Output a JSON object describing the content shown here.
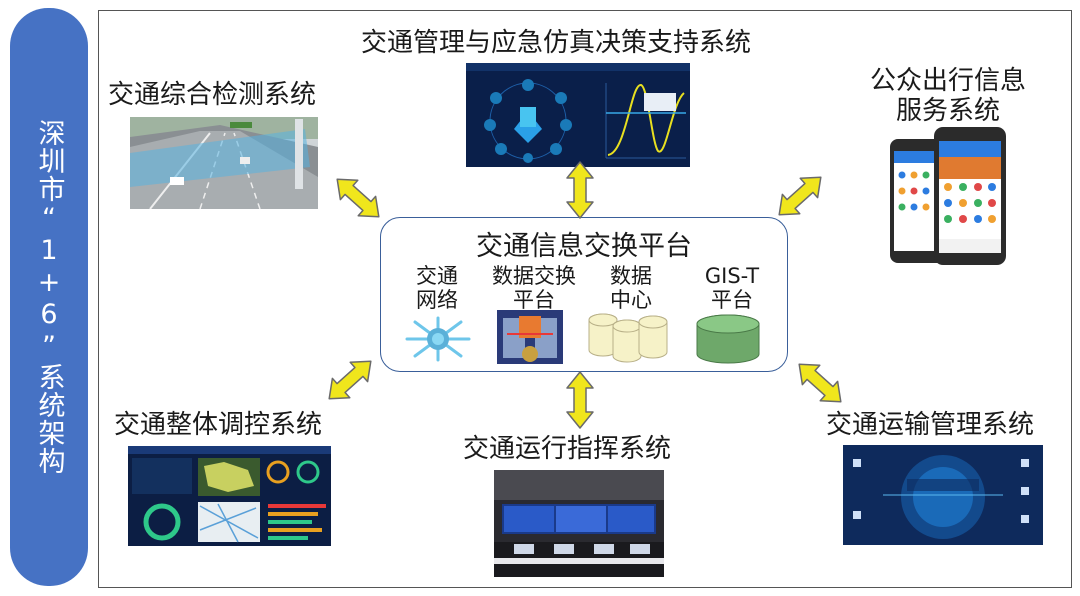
{
  "side_label": "深圳市“1+6”系统架构",
  "center": {
    "title": "交通信息交换平台",
    "components": [
      {
        "line1": "交通",
        "line2": "网络",
        "icon": "network-star-icon"
      },
      {
        "line1": "数据交换",
        "line2": "平台",
        "icon": "data-exchange-icon"
      },
      {
        "line1": "数据",
        "line2": "中心",
        "icon": "database-cylinders-icon"
      },
      {
        "line1": "GIS-T",
        "line2": "平台",
        "icon": "gis-cylinder-icon"
      }
    ]
  },
  "systems": {
    "detection": "交通综合检测系统",
    "simulation": "交通管理与应急仿真决策支持系统",
    "public_line1": "公众出行信息",
    "public_line2": "服务系统",
    "regulation": "交通整体调控系统",
    "command": "交通运行指挥系统",
    "transport": "交通运输管理系统"
  },
  "colors": {
    "banner": "#4672c4",
    "arrow_fill": "#f0e61c",
    "arrow_stroke": "#6a6a6a",
    "platform_border": "#3a5f9a"
  }
}
